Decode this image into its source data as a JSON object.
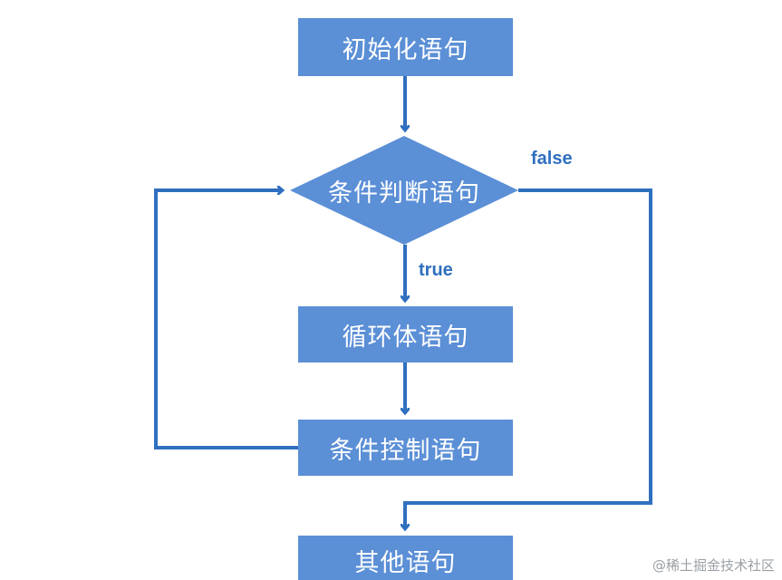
{
  "nodes": {
    "init": "初始化语句",
    "condition": "条件判断语句",
    "loop_body": "循环体语句",
    "control": "条件控制语句",
    "other": "其他语句"
  },
  "edges": {
    "true_label": "true",
    "false_label": "false"
  },
  "watermark": "@稀土掘金技术社区",
  "colors": {
    "node_fill": "#5b8fd6",
    "line": "#2f6fbf",
    "text": "#ffffff"
  }
}
